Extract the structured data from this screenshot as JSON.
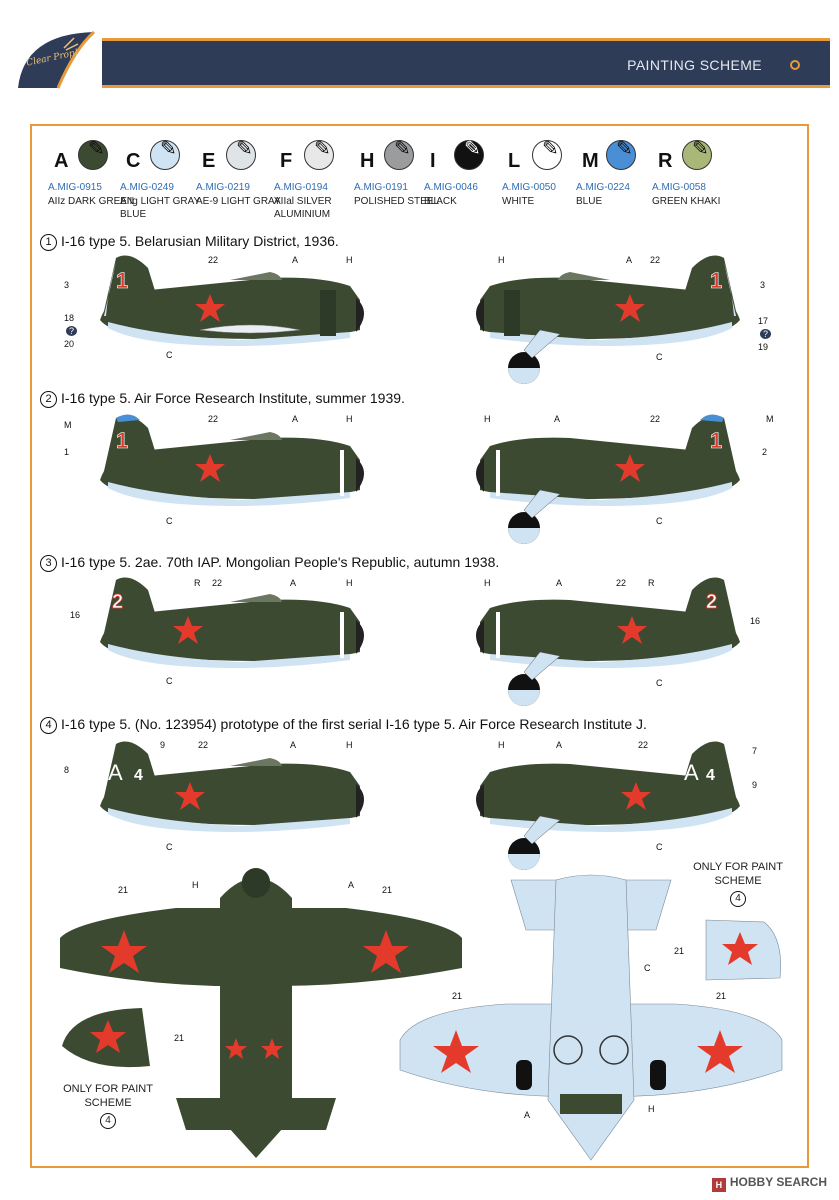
{
  "header": {
    "title": "PAINTING SCHEME",
    "logo_text": "Clear Prop!"
  },
  "palette": [
    {
      "letter": "A",
      "code": "A.MIG-0915",
      "name": "AIIz DARK GREEN",
      "color": "#3c4a32"
    },
    {
      "letter": "C",
      "code": "A.MIG-0249",
      "name": "AIIg LIGHT GRAY BLUE",
      "color": "#cfe3f2"
    },
    {
      "letter": "E",
      "code": "A.MIG-0219",
      "name": "AE-9 LIGHT GRAY",
      "color": "#dfe4e6"
    },
    {
      "letter": "F",
      "code": "A.MIG-0194",
      "name": "AIIal SILVER ALUMINIUM",
      "color": "#e8e8e8"
    },
    {
      "letter": "H",
      "code": "A.MIG-0191",
      "name": "POLISHED STEEL",
      "color": "#9a9c9e"
    },
    {
      "letter": "I",
      "code": "A.MIG-0046",
      "name": "BLACK",
      "color": "#111111"
    },
    {
      "letter": "L",
      "code": "A.MIG-0050",
      "name": "WHITE",
      "color": "#ffffff"
    },
    {
      "letter": "M",
      "code": "A.MIG-0224",
      "name": "BLUE",
      "color": "#4a8fd6"
    },
    {
      "letter": "R",
      "code": "A.MIG-0058",
      "name": "GREEN KHAKI",
      "color": "#a9b878"
    }
  ],
  "profiles": [
    {
      "num": "1",
      "title": "I-16 type 5. Belarusian Military District, 1936.",
      "tail_number": "1",
      "left_labels": {
        "tail": "3",
        "lower": "18",
        "q": "?",
        "lower2": "20",
        "star": "22",
        "A": "A",
        "H": "H",
        "C": "C"
      },
      "right_labels": {
        "tail": "3",
        "lower": "17",
        "q": "?",
        "lower2": "19",
        "star": "22",
        "A": "A",
        "H": "H",
        "C": "C"
      }
    },
    {
      "num": "2",
      "title": "I-16 type 5. Air Force Research Institute, summer 1939.",
      "tail_number": "1",
      "left_labels": {
        "tail": "1",
        "M": "M",
        "star": "22",
        "A": "A",
        "H": "H",
        "C": "C"
      },
      "right_labels": {
        "tail": "2",
        "M": "M",
        "star": "22",
        "A": "A",
        "H": "H",
        "C": "C"
      }
    },
    {
      "num": "3",
      "title": "I-16 type 5. 2ae. 70th IAP. Mongolian People's Republic, autumn 1938.",
      "tail_number": "2",
      "left_labels": {
        "tail": "16",
        "R": "R",
        "star": "22",
        "A": "A",
        "H": "H",
        "C": "C"
      },
      "right_labels": {
        "tail": "16",
        "R": "R",
        "star": "22",
        "A": "A",
        "H": "H",
        "C": "C"
      }
    },
    {
      "num": "4",
      "title": "I-16 type 5. (No. 123954) prototype of the first serial I-16 type 5. Air Force Research Institute J.",
      "tail_number": "4",
      "left_labels": {
        "tail": "8",
        "nine": "9",
        "star": "22",
        "A": "A",
        "H": "H",
        "C": "C"
      },
      "right_labels": {
        "seven": "7",
        "nine": "9",
        "star": "22",
        "A": "A",
        "H": "H",
        "C": "C"
      }
    }
  ],
  "planform": {
    "top": {
      "star_left": "21",
      "star_right": "21",
      "H": "H",
      "A": "A"
    },
    "bottom": {
      "star_left": "21",
      "star_right": "21",
      "C": "C",
      "A": "A",
      "H": "H"
    },
    "wingtip_left": {
      "star": "21",
      "note": "ONLY FOR PAINT SCHEME",
      "num": "4"
    },
    "wingtip_right": {
      "star": "21",
      "note": "ONLY FOR PAINT SCHEME",
      "num": "4"
    }
  },
  "watermark": "HOBBY SEARCH"
}
